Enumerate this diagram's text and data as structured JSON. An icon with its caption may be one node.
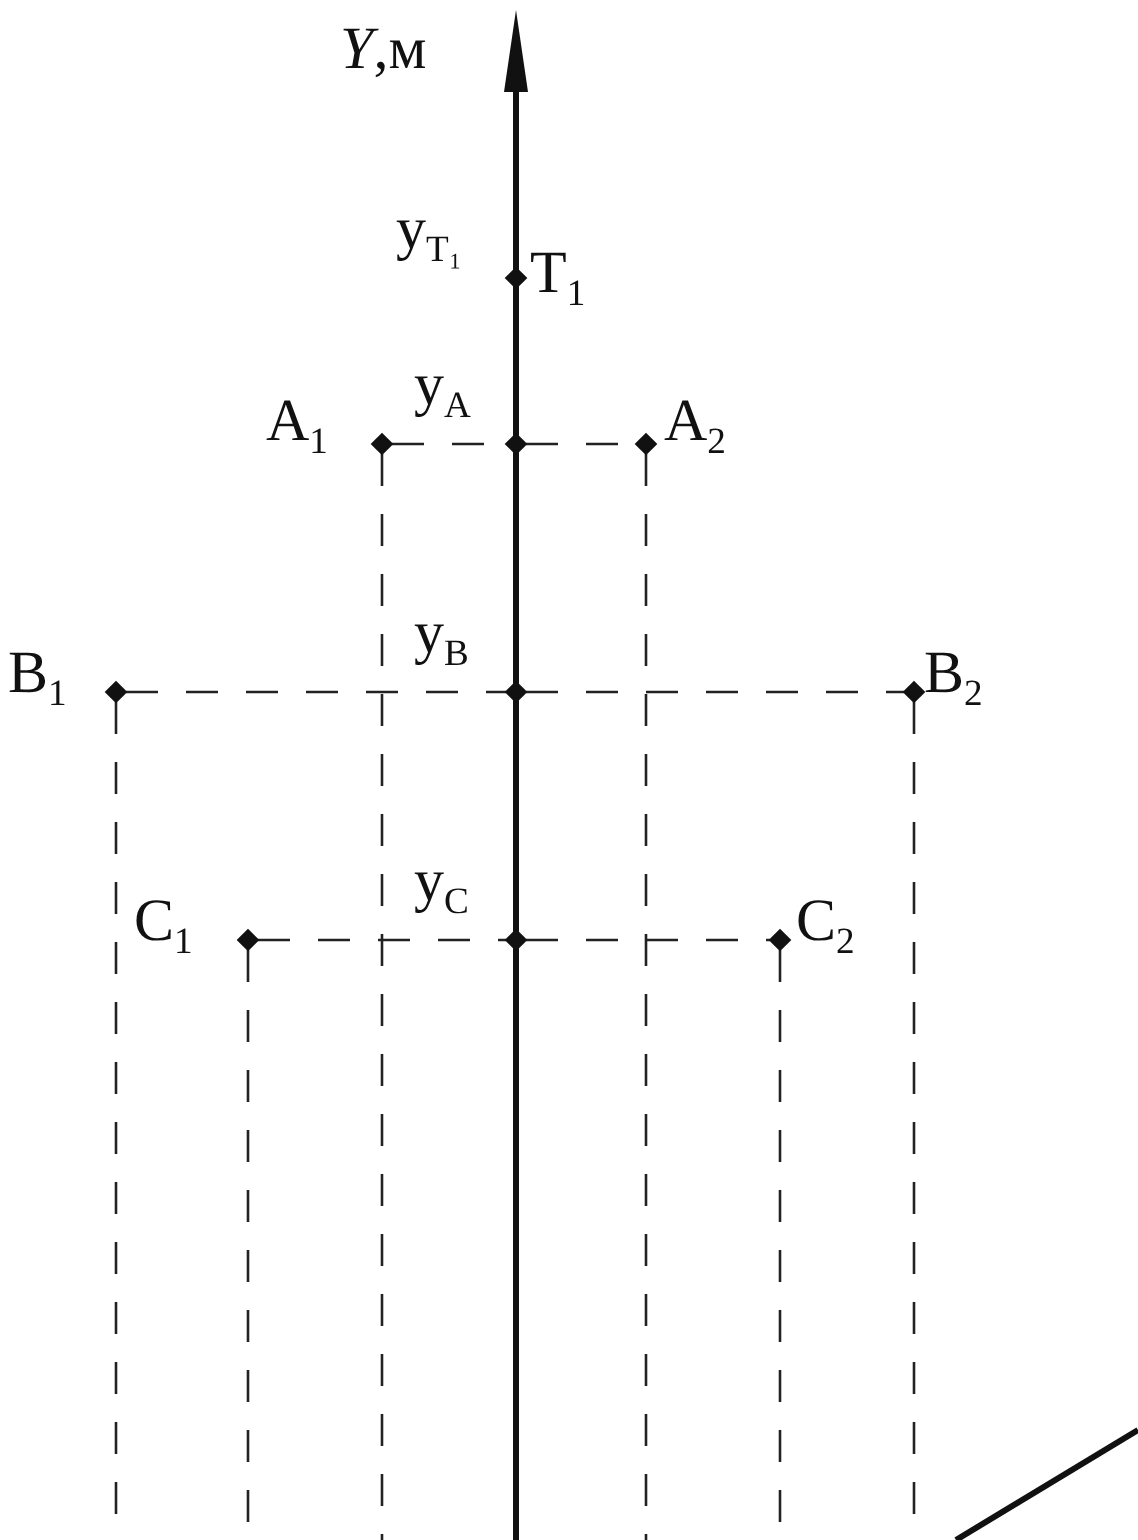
{
  "diagram": {
    "nodes": [
      {
        "text": [
          "y$_{T₁}$",
          "T$_{1}$"
        ]
      },
      {
        "text": [
          "A$_{1}$"
        ]
      },
      {
        "text": [
          "y$_{A}$"
        ]
      },
      {
        "text": [
          "A$_{2}$"
        ]
      },
      {
        "text": [
          "B$_{1}$"
        ]
      },
      {
        "text": [
          "y$_{B}$"
        ]
      },
      {
        "text": [
          "B$_{2}$"
        ]
      },
      {
        "text": [
          "C$_{1}$"
        ]
      },
      {
        "text": [
          "y$_{C}$"
        ]
      },
      {
        "text": [
          "C$_{2}$"
        ]
      }
    ],
    "edges": [
      {
        "from": 1,
        "to": 2,
        "arrow": "none",
        "style": "dashed"
      },
      {
        "from": 2,
        "to": 3,
        "arrow": "none",
        "style": "dashed"
      },
      {
        "from": 4,
        "to": 5,
        "arrow": "none",
        "style": "dashed"
      },
      {
        "from": 5,
        "to": 6,
        "arrow": "none",
        "style": "dashed"
      },
      {
        "from": 7,
        "to": 8,
        "arrow": "none",
        "style": "dashed"
      },
      {
        "from": 8,
        "to": 9,
        "arrow": "none",
        "style": "dashed"
      },
      {
        "from": 1,
        "to": null,
        "arrow": "none",
        "style": "dashed"
      },
      {
        "from": 3,
        "to": null,
        "arrow": "none",
        "style": "dashed"
      },
      {
        "from": 4,
        "to": null,
        "arrow": "none",
        "style": "dashed"
      },
      {
        "from": 6,
        "to": null,
        "arrow": "none",
        "style": "dashed"
      },
      {
        "from": 7,
        "to": null,
        "arrow": "none",
        "style": "dashed"
      },
      {
        "from": 9,
        "to": null,
        "arrow": "none",
        "style": "dashed"
      }
    ],
    "labels": [
      "*Y*,м"
    ]
  }
}
